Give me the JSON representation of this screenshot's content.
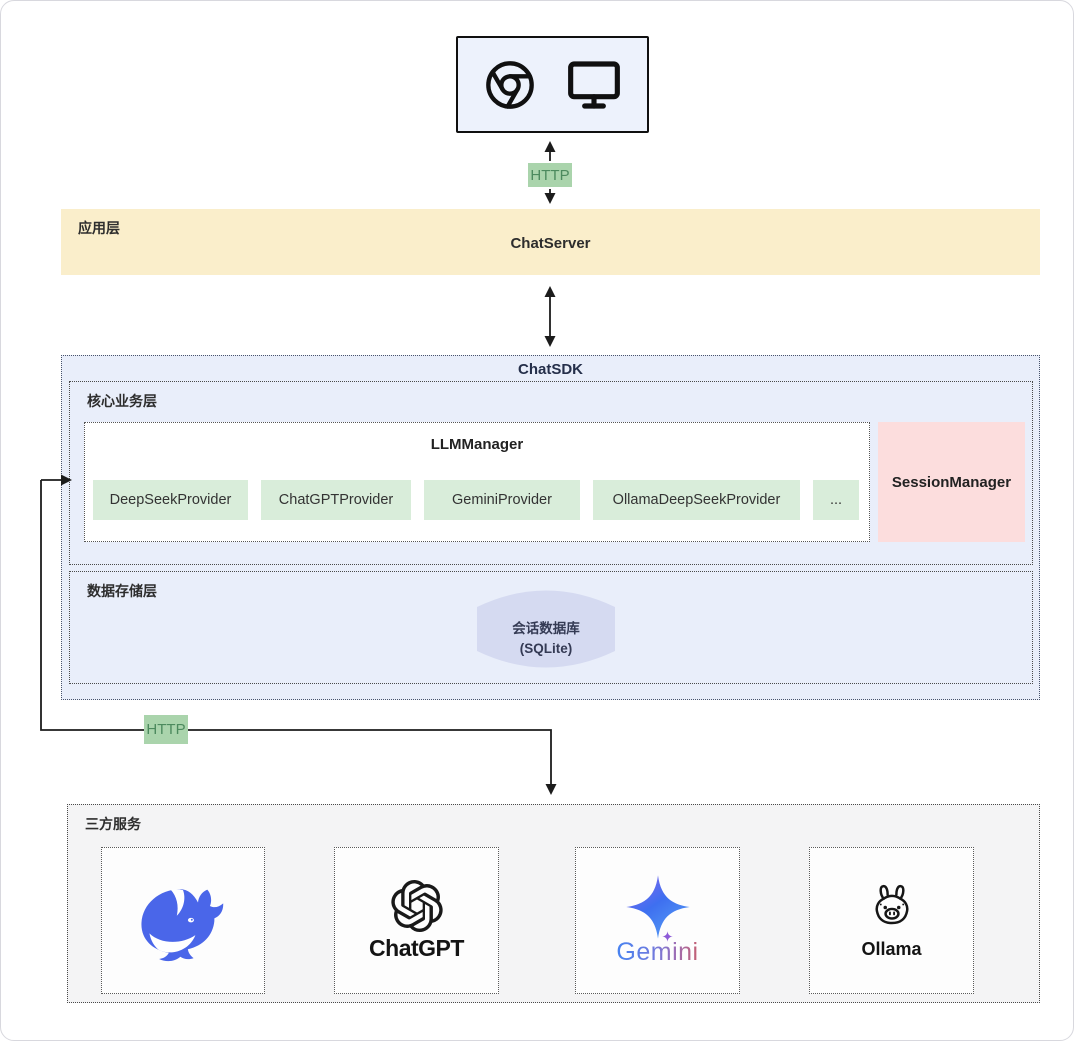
{
  "diagram": {
    "client": {
      "icons": [
        "chrome-icon",
        "monitor-icon"
      ]
    },
    "connections": {
      "http_top": "HTTP",
      "http_bottom": "HTTP"
    },
    "app_layer": {
      "label": "应用层",
      "server": "ChatServer"
    },
    "sdk": {
      "title": "ChatSDK",
      "core_layer": {
        "label": "核心业务层",
        "llm_manager": {
          "title": "LLMManager",
          "providers": [
            "DeepSeekProvider",
            "ChatGPTProvider",
            "GeminiProvider",
            "OllamaDeepSeekProvider",
            "..."
          ]
        },
        "session_manager": "SessionManager"
      },
      "storage_layer": {
        "label": "数据存储层",
        "database_line1": "会话数据库",
        "database_line2": "(SQLite)"
      }
    },
    "third_party": {
      "label": "三方服务",
      "services": [
        {
          "id": "deepseek",
          "icon": "deepseek-whale-icon",
          "label": ""
        },
        {
          "id": "chatgpt",
          "icon": "openai-icon",
          "label": "ChatGPT"
        },
        {
          "id": "gemini",
          "icon": "gemini-star-icon",
          "label": "Gemini"
        },
        {
          "id": "ollama",
          "icon": "ollama-llama-icon",
          "label": "Ollama"
        }
      ]
    },
    "colors": {
      "http_badge_bg": "#aad4ac",
      "http_badge_text": "#4c8a5e",
      "app_layer_bg": "#faeecb",
      "sdk_bg": "#e9eefa",
      "provider_bg": "#d9edda",
      "session_manager_bg": "#fcdddd",
      "database_bg": "#d5daf1",
      "third_party_bg": "#f4f4f5",
      "client_box_bg": "#edf2fc",
      "deepseek_blue": "#4a66e9",
      "arrow_color": "#1c1c1c"
    }
  }
}
